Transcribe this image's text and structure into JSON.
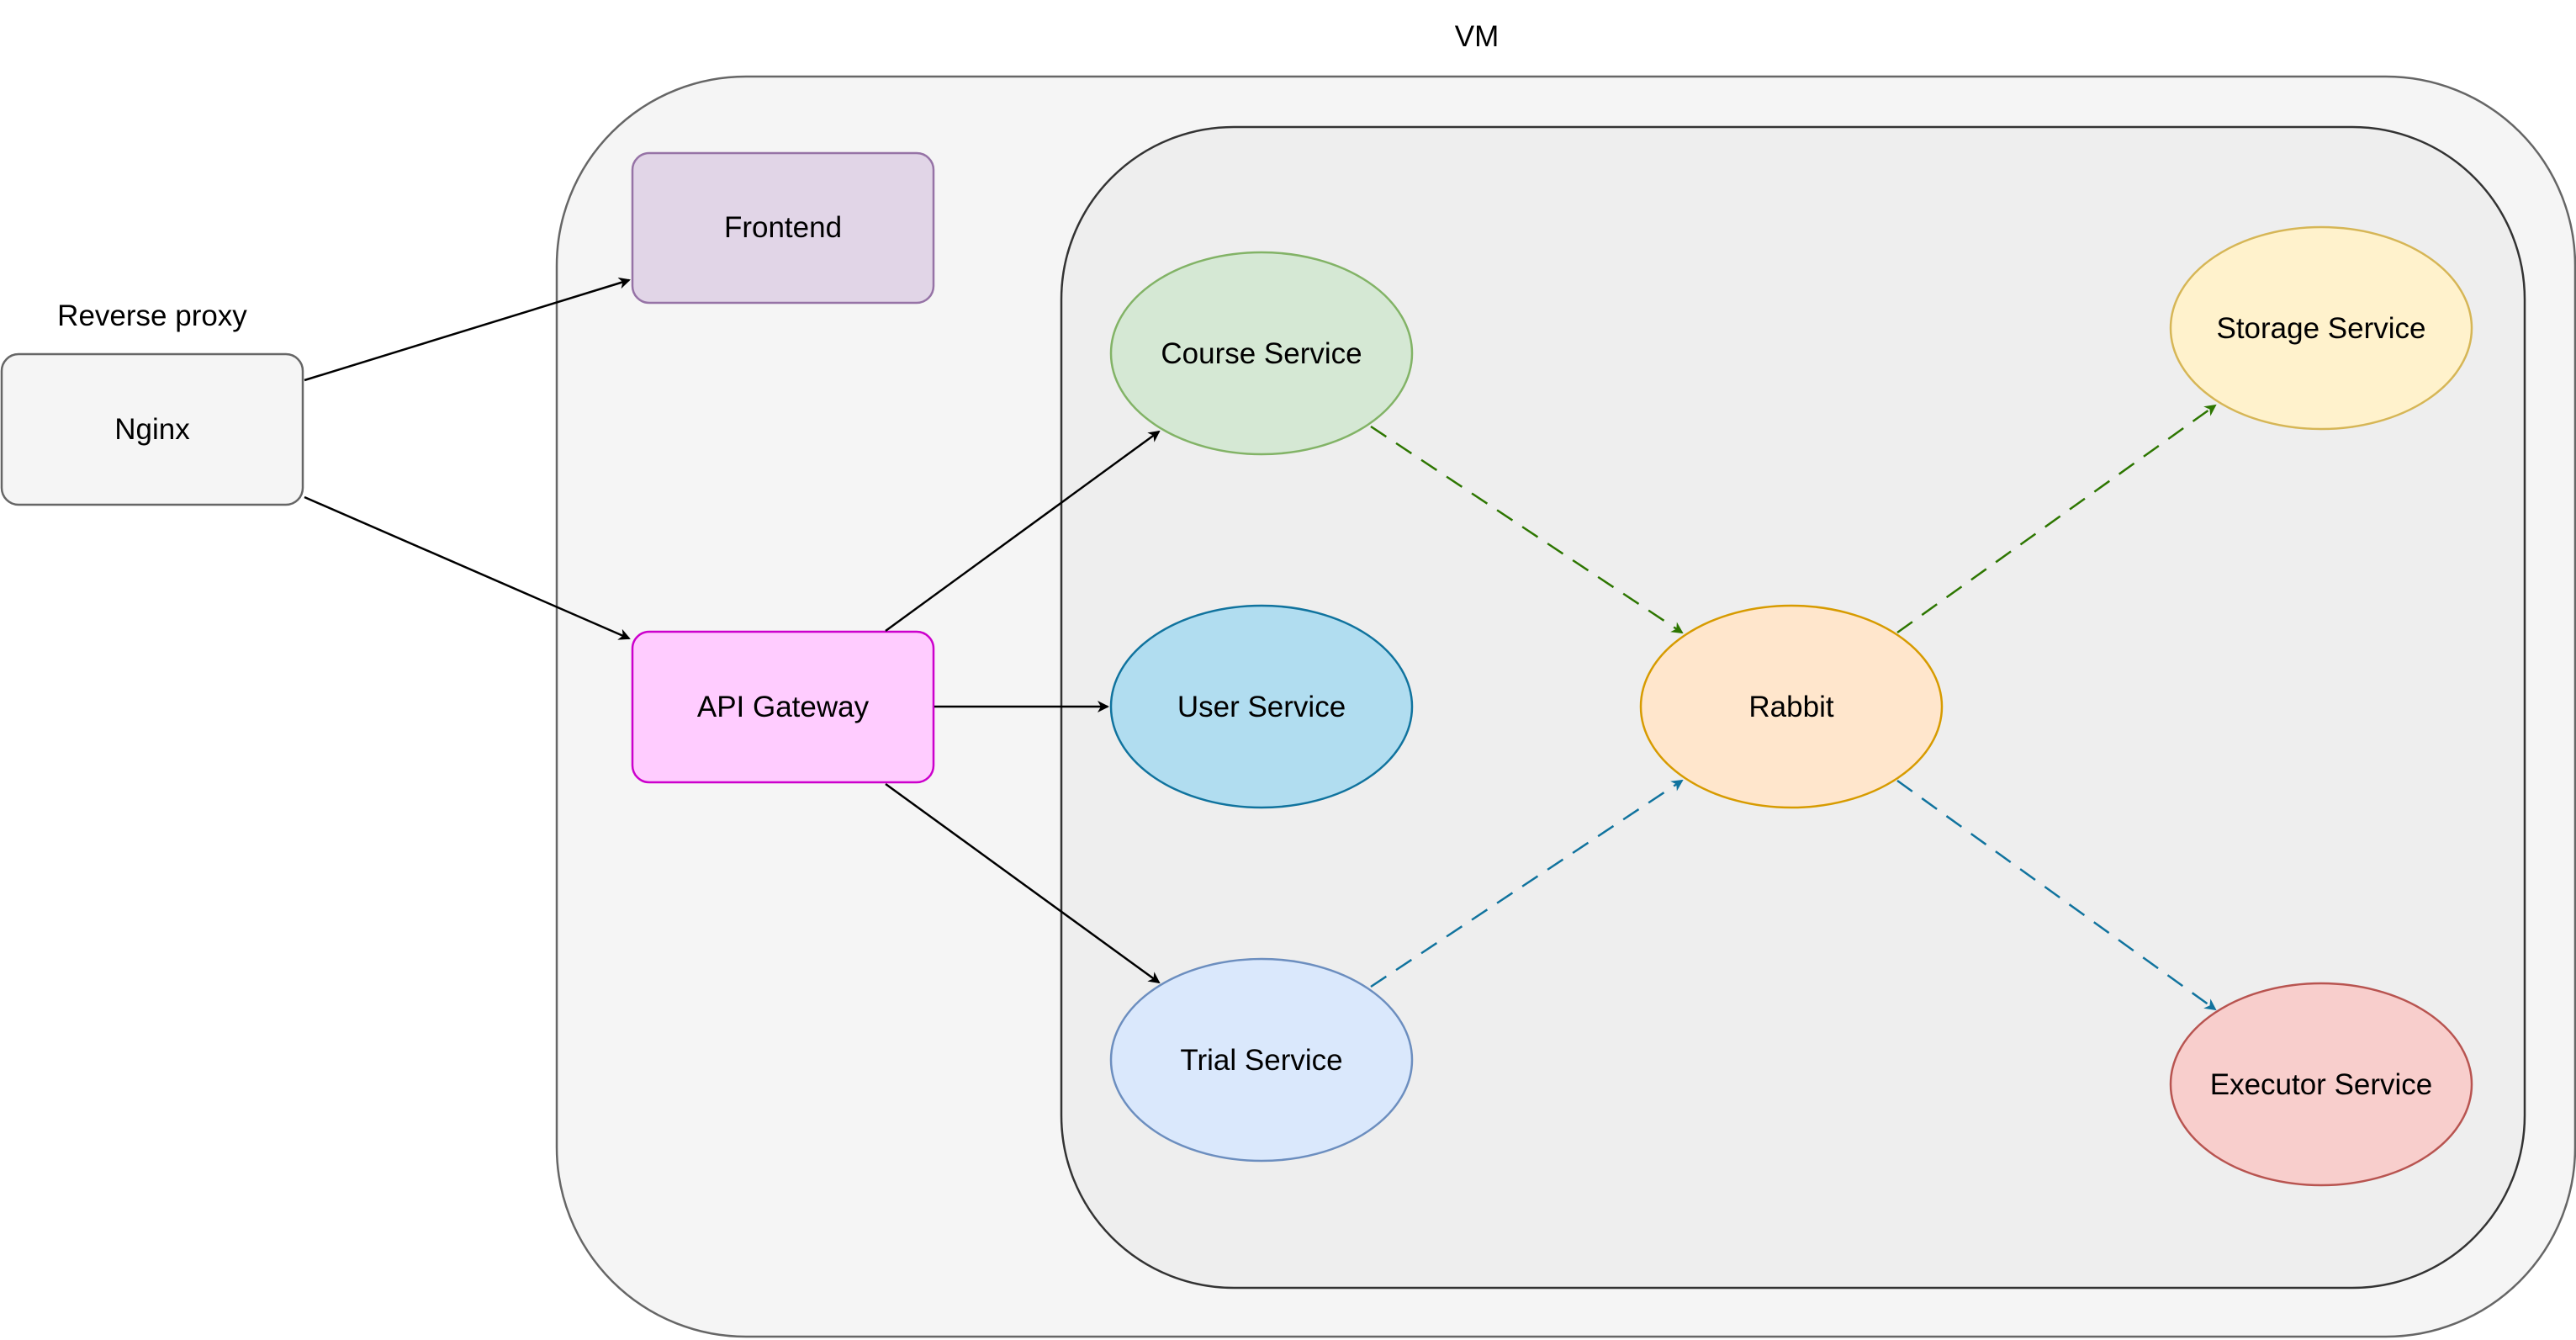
{
  "diagram": {
    "vm_label": "VM",
    "reverse_proxy_label": "Reverse proxy",
    "nodes": {
      "nginx": "Nginx",
      "frontend": "Frontend",
      "api_gateway": "API Gateway",
      "course_service": "Course Service",
      "user_service": "User Service",
      "trial_service": "Trial Service",
      "rabbit": "Rabbit",
      "storage_service": "Storage Service",
      "executor_service": "Executor Service"
    },
    "edges": [
      {
        "from": "Nginx",
        "to": "Frontend",
        "style": "solid"
      },
      {
        "from": "Nginx",
        "to": "API Gateway",
        "style": "solid"
      },
      {
        "from": "API Gateway",
        "to": "Course Service",
        "style": "solid"
      },
      {
        "from": "API Gateway",
        "to": "User Service",
        "style": "solid"
      },
      {
        "from": "API Gateway",
        "to": "Trial Service",
        "style": "solid"
      },
      {
        "from": "Course Service",
        "to": "Rabbit",
        "style": "dashed"
      },
      {
        "from": "Trial Service",
        "to": "Rabbit",
        "style": "dashed"
      },
      {
        "from": "Rabbit",
        "to": "Storage Service",
        "style": "dashed"
      },
      {
        "from": "Rabbit",
        "to": "Executor Service",
        "style": "dashed"
      }
    ]
  },
  "colors": {
    "outer_fill": "#f5f5f5",
    "inner_fill": "#eeeeee",
    "frontend_fill": "#e1d5e7",
    "frontend_stroke": "#9673a6",
    "gateway_fill": "#ffccff",
    "gateway_stroke": "#cc00cc",
    "course_fill": "#d5e8d4",
    "course_stroke": "#82b366",
    "user_fill": "#b1ddf0",
    "user_stroke": "#10739e",
    "trial_fill": "#dae8fc",
    "trial_stroke": "#6c8ebf",
    "rabbit_fill": "#ffe6cc",
    "rabbit_stroke": "#d79b00",
    "storage_fill": "#fff2cc",
    "storage_stroke": "#d6b656",
    "executor_fill": "#f8cecc",
    "executor_stroke": "#b85450",
    "green_arrow": "#2d7600",
    "blue_arrow": "#10739e"
  }
}
